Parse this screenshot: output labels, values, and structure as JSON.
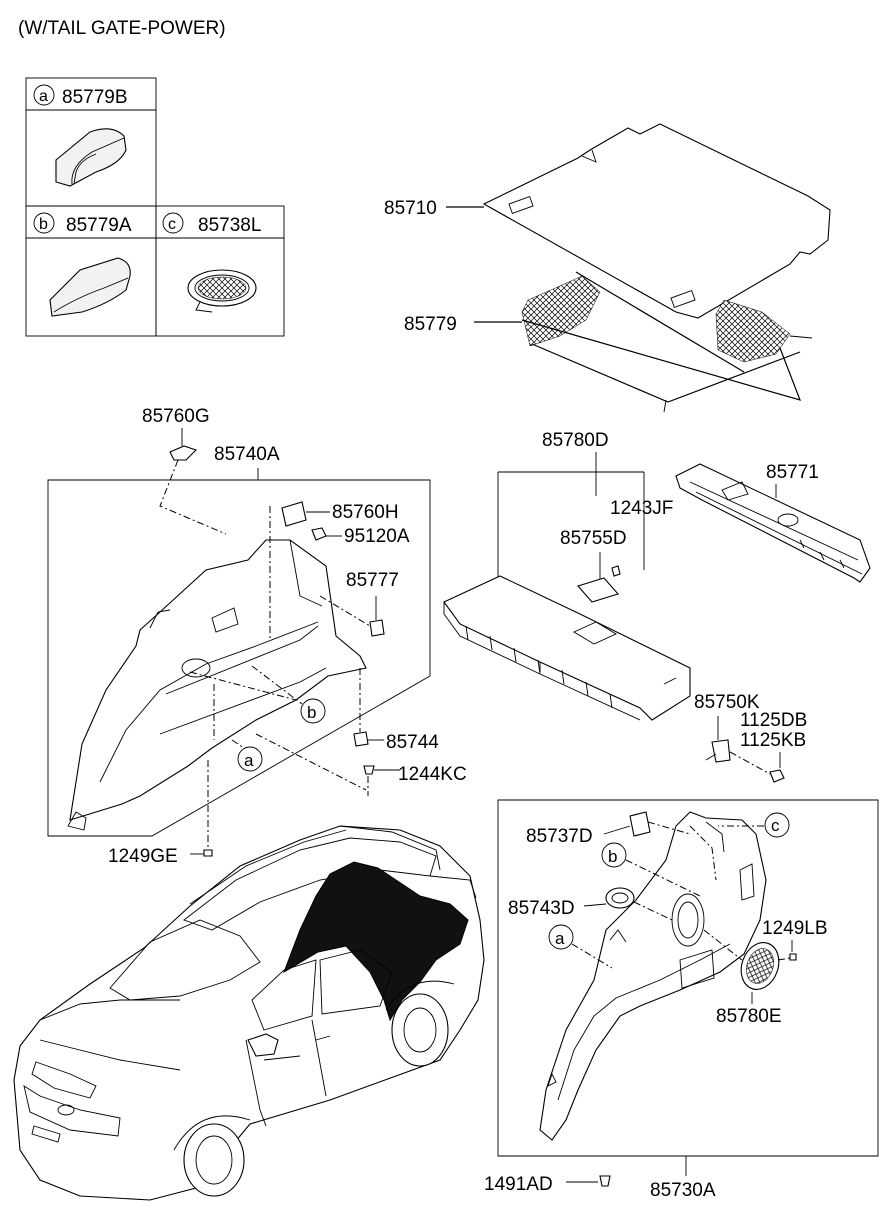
{
  "title": "(W/TAIL GATE-POWER)",
  "legend": {
    "a": {
      "letter": "a",
      "part": "85779B"
    },
    "b": {
      "letter": "b",
      "part": "85779A"
    },
    "c": {
      "letter": "c",
      "part": "85738L"
    }
  },
  "labels": {
    "p85710": "85710",
    "p85779": "85779",
    "p85760G": "85760G",
    "p85740A": "85740A",
    "p85760H": "85760H",
    "p95120A": "95120A",
    "p85777": "85777",
    "p85744": "85744",
    "p1244KC": "1244KC",
    "p1249GE": "1249GE",
    "p85780D": "85780D",
    "p1243JF": "1243JF",
    "p85755D": "85755D",
    "p85771": "85771",
    "p85750K": "85750K",
    "p1125DB": "1125DB",
    "p1125KB": "1125KB",
    "p85737D": "85737D",
    "p85743D": "85743D",
    "p1249LB": "1249LB",
    "p85780E": "85780E",
    "p1491AD": "1491AD",
    "p85730A": "85730A"
  },
  "callouts": {
    "a_left": "a",
    "b_left": "b",
    "a_right": "a",
    "b_right": "b",
    "c_right": "c"
  }
}
